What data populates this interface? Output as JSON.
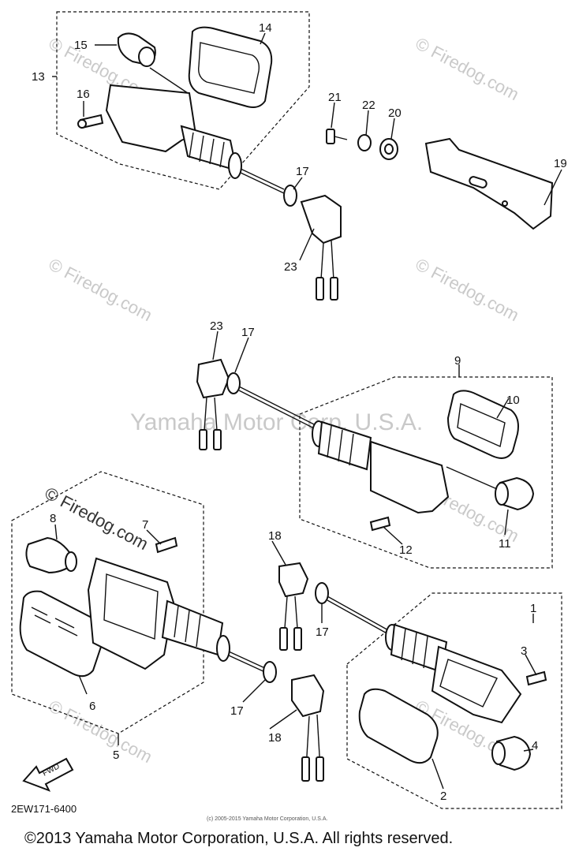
{
  "watermarks": {
    "main": "Yamaha Motor Corp, U.S.A.",
    "firedog": "© Firedog.com",
    "firedog_tile": "© Firedog.com"
  },
  "callouts": [
    "1",
    "2",
    "3",
    "4",
    "5",
    "6",
    "7",
    "8",
    "9",
    "10",
    "11",
    "12",
    "13",
    "14",
    "15",
    "16",
    "17",
    "18",
    "19",
    "20",
    "21",
    "22",
    "23"
  ],
  "diagram_code": "2EW171-6400",
  "small_copyright": "(c) 2005-2015 Yamaha Motor Corporation, U.S.A.",
  "copyright": "©2013 Yamaha Motor Corporation, U.S.A. All rights reserved.",
  "fwd_label": "FWD"
}
